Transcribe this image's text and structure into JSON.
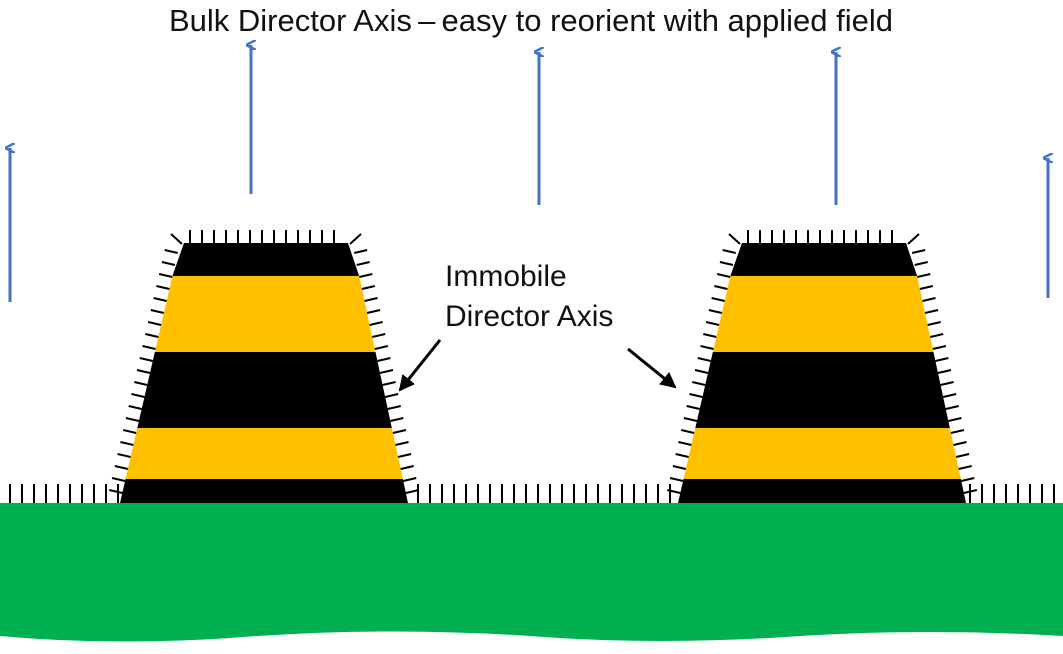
{
  "title": "Bulk Director Axis – easy to reorient with applied field",
  "annotation": {
    "line1": "Immobile",
    "line2": "Director Axis"
  },
  "colors": {
    "background": "#ffffff",
    "substrate": "#00b050",
    "stripe_dark": "#000000",
    "stripe_light": "#ffc000",
    "field_arrow": "#4472c4",
    "anchor_ticks": "#000000",
    "pointer_arrow": "#000000"
  },
  "structure": {
    "pillar_count": 2,
    "stripe_pattern": [
      "dark",
      "light",
      "dark",
      "light",
      "dark"
    ],
    "field_arrow_count": 5
  }
}
